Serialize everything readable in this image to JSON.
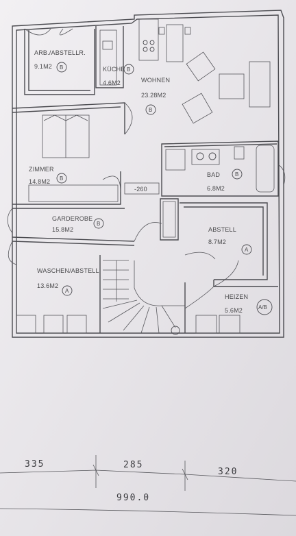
{
  "rooms": [
    {
      "key": "arbeiten",
      "name": "ARB./ABSTELLR.",
      "area": "9.1M2",
      "code": "B"
    },
    {
      "key": "kueche",
      "name": "KÜCHE",
      "area": "4.6M2",
      "code": "B"
    },
    {
      "key": "wohnen",
      "name": "WOHNEN",
      "area": "23.28M2",
      "code": "B"
    },
    {
      "key": "zimmer",
      "name": "ZIMMER",
      "area": "14.8M2",
      "code": "B"
    },
    {
      "key": "bad",
      "name": "BAD",
      "area": "6.8M2",
      "code": "B"
    },
    {
      "key": "garderobe",
      "name": "GARDEROBE",
      "area": "15.8M2",
      "code": "B"
    },
    {
      "key": "abstell",
      "name": "ABSTELL",
      "area": "8.7M2",
      "code": "A"
    },
    {
      "key": "waschen",
      "name": "WASCHEN/ABSTELL",
      "area": "13.6M2",
      "code": "A"
    },
    {
      "key": "heizen",
      "name": "HEIZEN",
      "area": "5.6M2",
      "code": "A/B"
    }
  ],
  "level_marker": "-260",
  "dimensions": {
    "seg1": "335",
    "seg2": "285",
    "seg3": "320",
    "total": "990.0"
  }
}
